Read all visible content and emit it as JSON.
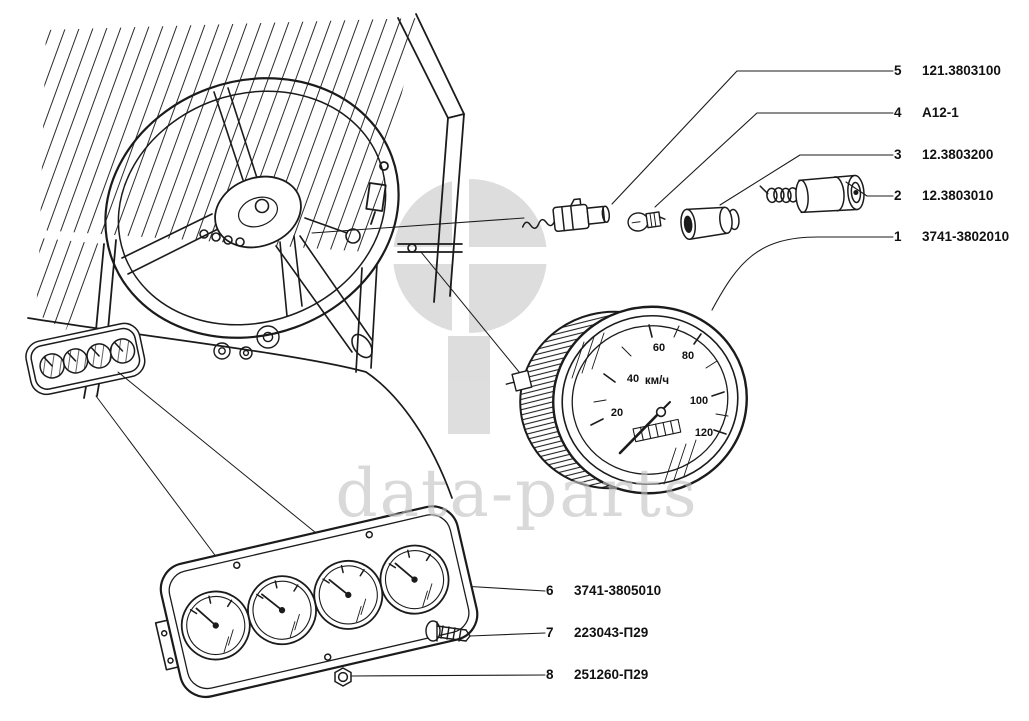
{
  "watermark": {
    "text": "data-parts"
  },
  "speedometer": {
    "unit": "км/ч",
    "ticks": [
      "20",
      "40",
      "60",
      "80",
      "100",
      "120"
    ]
  },
  "callouts": {
    "right": [
      {
        "num": "5",
        "part": "121.3803100"
      },
      {
        "num": "4",
        "part": "A12-1"
      },
      {
        "num": "3",
        "part": "12.3803200"
      },
      {
        "num": "2",
        "part": "12.3803010"
      },
      {
        "num": "1",
        "part": "3741-3802010"
      }
    ],
    "bottom": [
      {
        "num": "6",
        "part": "3741-3805010"
      },
      {
        "num": "7",
        "part": "223043-П29"
      },
      {
        "num": "8",
        "part": "251260-П29"
      }
    ]
  },
  "colors": {
    "ink": "#1b1b1b",
    "watermark": "#c4c4c4",
    "background": "#ffffff"
  }
}
